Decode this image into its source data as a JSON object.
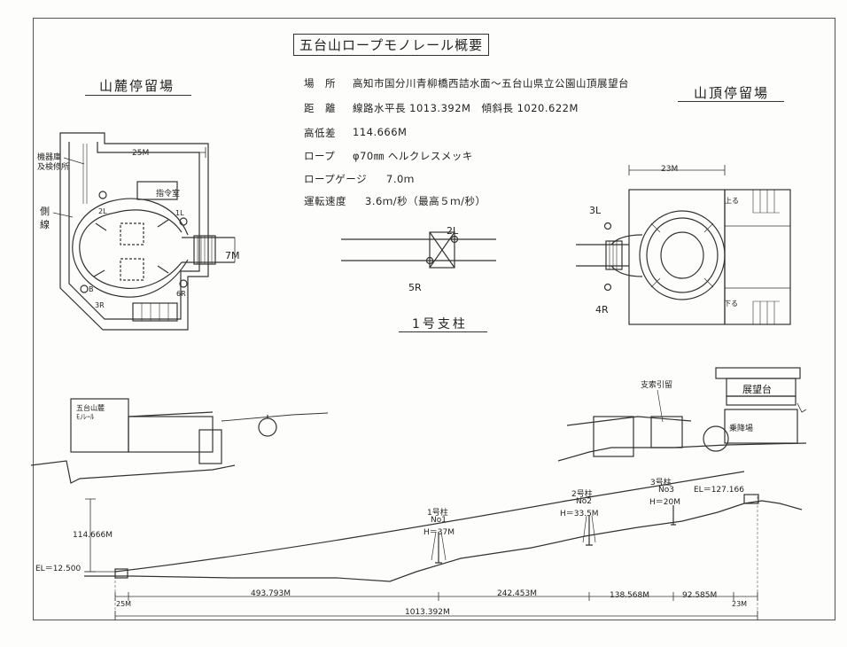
{
  "title": "五台山ロープモノレール概要",
  "base_station": {
    "heading": "山麓停留場",
    "width_label": "25M",
    "gauge_label": "7M",
    "machine_room": "機器庫",
    "repair_shop": "及検修所",
    "side_line_1": "側",
    "side_line_2": "線",
    "command_room": "指令室",
    "labels": [
      "1L",
      "2L",
      "6R",
      "B",
      "3R"
    ]
  },
  "summit_station": {
    "heading": "山頂停留場",
    "width_label": "23M",
    "up": "上る",
    "down": "下る",
    "labels": [
      "3L",
      "4R"
    ]
  },
  "specs": [
    {
      "key": "場　所",
      "value": "高知市国分川青柳橋西詰水面～五台山県立公園山頂展望台"
    },
    {
      "key": "距　離",
      "value": "線路水平長 1013.392M　傾斜長 1020.622M"
    },
    {
      "key": "高低差",
      "value": "114.666M"
    },
    {
      "key": "ロープ",
      "value": "φ70㎜ ヘルクレスメッキ"
    },
    {
      "key": "ロープゲージ",
      "value": "7.0ｍ"
    },
    {
      "key": "運転速度",
      "value": "3.6ｍ/秒（最高５ｍ/秒）"
    }
  ],
  "pillar1": {
    "title": "1号支柱",
    "left_label": "2L",
    "right_label": "5R"
  },
  "elevation": {
    "base_sign_1": "五台山麓",
    "base_sign_2": "ﾓﾉﾚｰﾙ",
    "rope_tension": "支索引留",
    "observation_deck": "展望台",
    "boarding": "乗降場"
  },
  "profile": {
    "height_diff": "114.666M",
    "el_base": "EL＝12.500",
    "el_top": "EL＝127.166",
    "pillars": [
      {
        "name": "1号柱",
        "no": "No1",
        "h": "H＝37M"
      },
      {
        "name": "2号柱",
        "no": "No2",
        "h": "H＝33.5M"
      },
      {
        "name": "3号柱",
        "no": "No3",
        "h": "H＝20M"
      }
    ],
    "spans": [
      "25M",
      "493.793M",
      "242.453M",
      "138.568M",
      "92.585M",
      "23M"
    ],
    "total": "1013.392M"
  }
}
